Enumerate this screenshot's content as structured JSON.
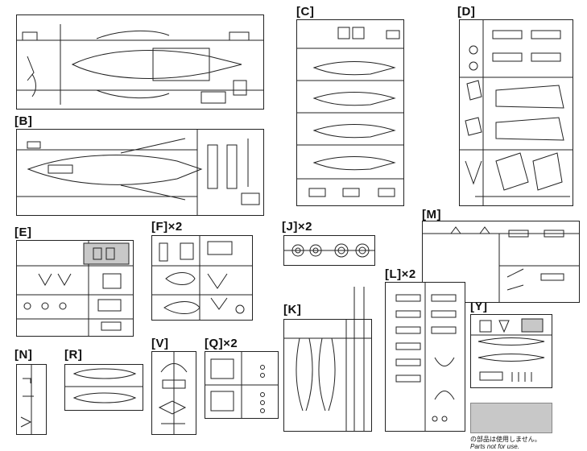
{
  "sprues": {
    "A": {
      "label": ""
    },
    "B": {
      "label": "[B]"
    },
    "C": {
      "label": "[C]"
    },
    "D": {
      "label": "[D]"
    },
    "E": {
      "label": "[E]"
    },
    "F": {
      "label": "[F]×2"
    },
    "J": {
      "label": "[J]×2"
    },
    "M": {
      "label": "[M]"
    },
    "L": {
      "label": "[L]×2"
    },
    "K": {
      "label": "[K]"
    },
    "Y": {
      "label": "[Y]"
    },
    "N": {
      "label": "[N]"
    },
    "R": {
      "label": "[R]"
    },
    "V": {
      "label": "[V]"
    },
    "Q": {
      "label": "[Q]×2"
    }
  },
  "note": {
    "jp": "の部品は使用しません。",
    "en": "Parts not for use.",
    "swatch_color": "#c8c8c8"
  }
}
